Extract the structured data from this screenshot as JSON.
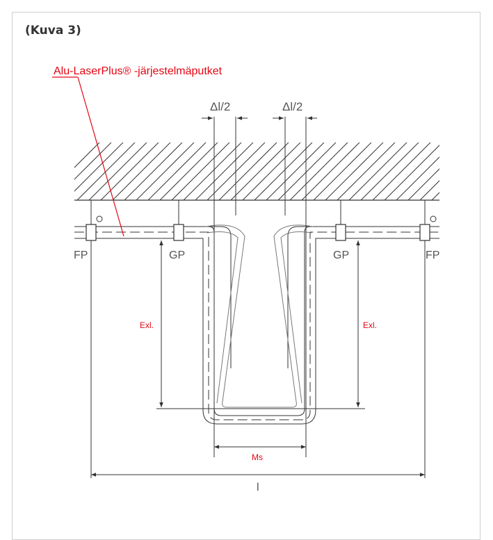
{
  "caption": "(Kuva 3)",
  "labels": {
    "system_pipes": "Alu-LaserPlus® -järjestelmäputket",
    "delta_left": "Δl/2",
    "delta_right": "Δl/2",
    "fixed_point_left": "FP",
    "fixed_point_right": "FP",
    "guide_point_left": "GP",
    "guide_point_right": "GP",
    "excursion_left": "Exl.",
    "excursion_right": "Exl.",
    "loop_width": "Ms",
    "length": "l"
  },
  "colors": {
    "accent": "#e30613",
    "line": "#333333",
    "text": "#555555",
    "border": "#cfcfcf"
  }
}
